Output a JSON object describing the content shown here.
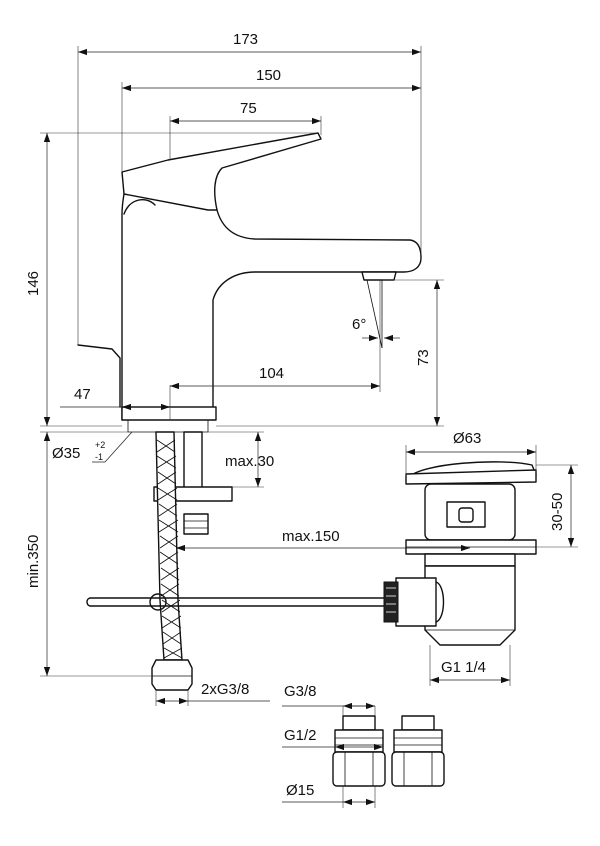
{
  "dimensions": {
    "overall_width": "173",
    "body_width": "150",
    "lever_length": "75",
    "height": "146",
    "spout_reach": "104",
    "spout_height": "73",
    "body_offset": "47",
    "spout_angle": "6°",
    "hole_diameter": "Ø35",
    "hole_tol_upper": "+2",
    "hole_tol_lower": "-1",
    "max_deck": "max.30",
    "min_hose": "min.350",
    "max_rod": "max.150",
    "waste_diameter": "Ø63",
    "waste_height": "30-50",
    "waste_thread": "G1 1/4",
    "hose_thread": "2xG3/8",
    "adapter_g38": "G3/8",
    "adapter_g12": "G1/2",
    "adapter_d15": "Ø15"
  }
}
